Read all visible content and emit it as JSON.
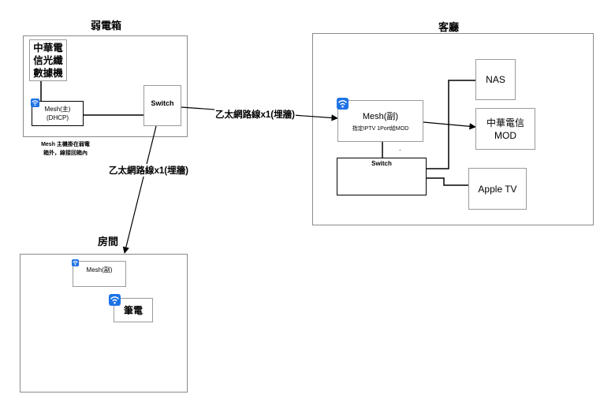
{
  "panels": {
    "weak_box": {
      "title": "弱電箱"
    },
    "living_room": {
      "title": "客廳"
    },
    "room": {
      "title": "房間"
    }
  },
  "nodes": {
    "cht_fiber_modem": {
      "lines": [
        "中華電",
        "信光纖",
        "數據機"
      ]
    },
    "mesh_main": {
      "line1": "Mesh(主)",
      "line2": "(DHCP)"
    },
    "switch_weak": {
      "label": "Switch"
    },
    "mesh_note": {
      "line1": "Mesh 主機掛在弱電",
      "line2": "箱外，線接回箱內"
    },
    "mesh_sub_living": {
      "label": "Mesh(副)",
      "sub": "指定IPTV 1Port給MOD"
    },
    "switch_living": {
      "label": "Switch",
      "dot": "."
    },
    "nas": {
      "label": "NAS"
    },
    "cht_mod": {
      "line1": "中華電信",
      "line2": "MOD"
    },
    "apple_tv": {
      "label": "Apple TV"
    },
    "mesh_sub_room": {
      "label": "Mesh(副)"
    },
    "laptop": {
      "label": "筆電"
    }
  },
  "edges": {
    "cable_to_living": "乙太網路線x1(埋牆)",
    "cable_to_room": "乙太網路線x1(埋牆)"
  },
  "icons": {
    "wifi": "wifi-icon"
  },
  "colors": {
    "wifi_blue": "#1e73e6",
    "panel_border": "#8a8a8a"
  }
}
